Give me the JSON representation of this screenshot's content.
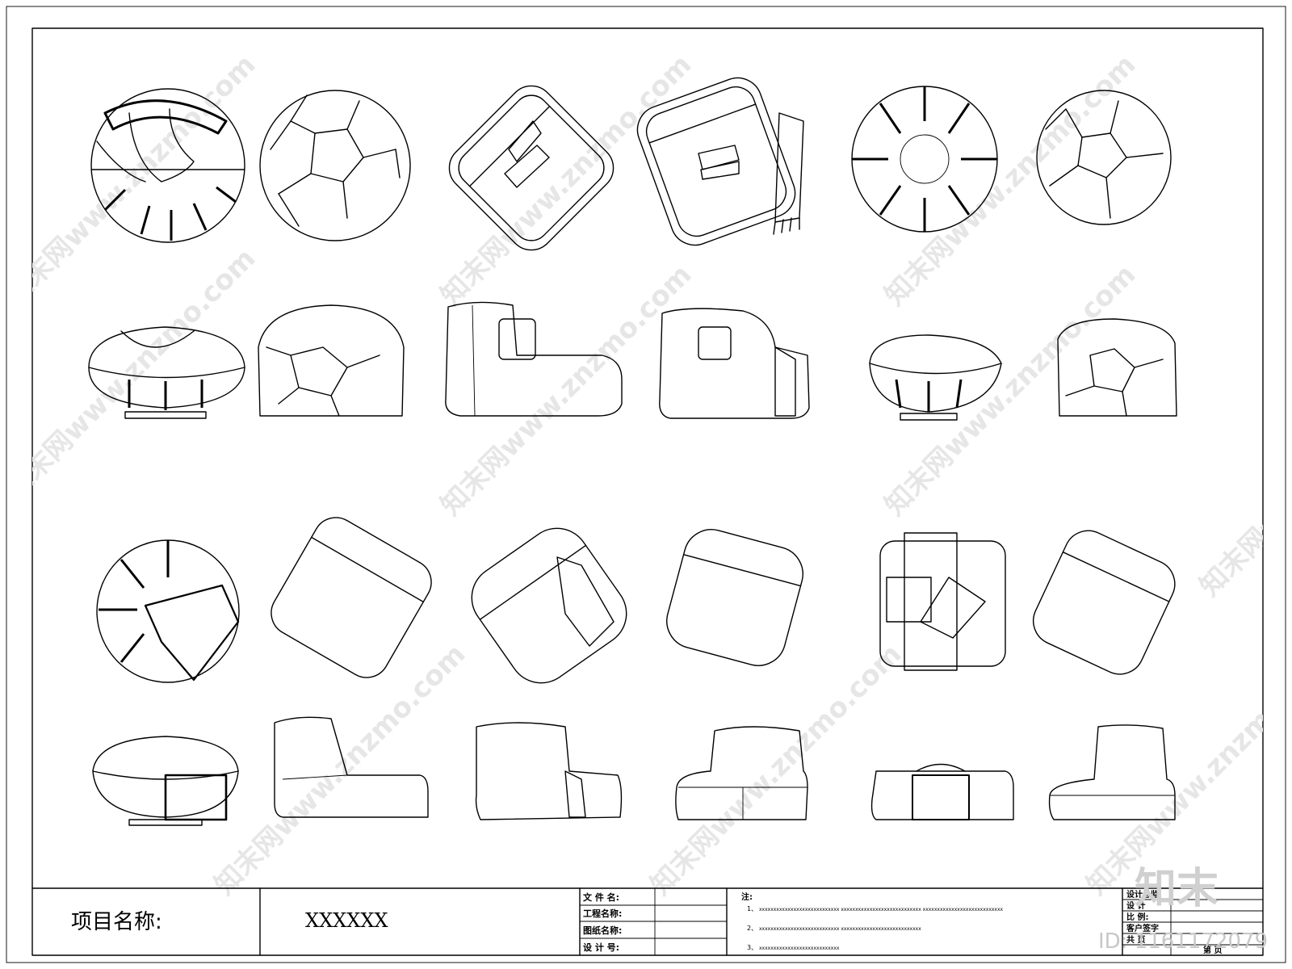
{
  "title_block": {
    "project_label": "项目名称:",
    "project_value": "XXXXXX",
    "file_fields": [
      "文 件 名:",
      "工程名称:",
      "图纸名称:",
      "设 计 号:"
    ],
    "notes_label": "注:",
    "notes": [
      {
        "num": "1、",
        "text": "xxxxxxxxxxxxxxxxxxxxxxxxxxxx   xxxxxxxxxxxxxxxxxxxxxxxxxxxx   xxxxxxxxxxxxxxxxxxxxxxxxxxxx"
      },
      {
        "num": "2、",
        "text": "xxxxxxxxxxxxxxxxxxxxxxxxxxxx   xxxxxxxxxxxxxxxxxxxxxxxxxxxx"
      },
      {
        "num": "3、",
        "text": "xxxxxxxxxxxxxxxxxxxxxxxxxxxx"
      }
    ],
    "sign_fields": [
      "设计总监",
      "设  计",
      "比  例:",
      "客户签字",
      "共  页",
      "第  页"
    ]
  },
  "watermark": {
    "text": "知末网www.znzmo.com",
    "logo": "知末",
    "id_text": "ID: 1161172079"
  }
}
